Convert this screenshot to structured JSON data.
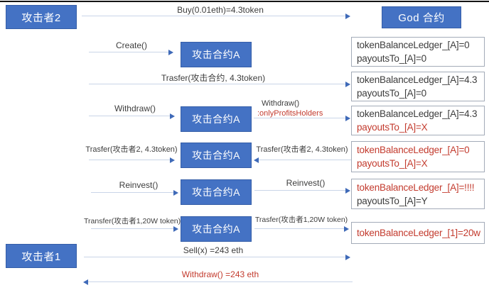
{
  "colors": {
    "blue": "#4472c4",
    "blueBorder": "#355ea8",
    "arrowLine": "#c9d5e8",
    "arrowHead": "#3f6ab8",
    "ledgerBorder": "#a3abb8",
    "dark": "#3d3d3d",
    "red": "#c33b2e",
    "rule": "#141414"
  },
  "actors": {
    "attacker2": "攻击者2",
    "attacker1": "攻击者1",
    "god_contract": "God 合约",
    "attack_contract": "攻击合约A"
  },
  "messages": {
    "buy": {
      "text": "Buy(0.01eth)=4.3token",
      "color": "dark"
    },
    "create": {
      "text": "Create()",
      "color": "dark"
    },
    "transfer_to_contract": {
      "text": "Trasfer(攻击合约, 4.3token)",
      "color": "dark"
    },
    "withdraw_left": {
      "text": "Withdraw()",
      "color": "dark"
    },
    "withdraw_right": {
      "text": "Withdraw()",
      "color": "dark"
    },
    "only_profits_holders": {
      "text": ":onlyProfitsHolders",
      "color": "red"
    },
    "transfer_to_attacker2_left": {
      "text": "Trasfer(攻击者2, 4.3token)",
      "color": "dark"
    },
    "transfer_to_attacker2_right": {
      "text": "Trasfer(攻击者2, 4.3token)",
      "color": "dark"
    },
    "reinvest_left": {
      "text": "Reinvest()",
      "color": "dark"
    },
    "reinvest_right": {
      "text": "Reinvest()",
      "color": "dark"
    },
    "transfer_to_attacker1_left": {
      "text": "Transfer(攻击者1,20W token)",
      "color": "dark"
    },
    "transfer_to_attacker1_right": {
      "text": "Trasfer(攻击者1,20W token)",
      "color": "dark"
    },
    "sell": {
      "text": "Sell(x) =243 eth",
      "color": "dark"
    },
    "withdraw_final": {
      "text": "Withdraw() =243 eth",
      "color": "red"
    }
  },
  "ledgers": [
    {
      "lines": [
        {
          "text": "tokenBalanceLedger_[A]=0",
          "color": "dark"
        },
        {
          "text": "payoutsTo_[A]=0",
          "color": "dark"
        }
      ]
    },
    {
      "lines": [
        {
          "text": "tokenBalanceLedger_[A]=4.3",
          "color": "dark"
        },
        {
          "text": "payoutsTo_[A]=0",
          "color": "dark"
        }
      ]
    },
    {
      "lines": [
        {
          "text": "tokenBalanceLedger_[A]=4.3",
          "color": "dark"
        },
        {
          "text": "payoutsTo_[A]=X",
          "color": "red"
        }
      ]
    },
    {
      "lines": [
        {
          "text": "tokenBalanceLedger_[A]=0",
          "color": "red"
        },
        {
          "text": "payoutsTo_[A]=X",
          "color": "red"
        }
      ]
    },
    {
      "lines": [
        {
          "text": "tokenBalanceLedger_[A]=!!!!",
          "color": "red"
        },
        {
          "text": "payoutsTo_[A]=Y",
          "color": "dark"
        }
      ]
    },
    {
      "lines": [
        {
          "text": "tokenBalanceLedger_[1]=20w",
          "color": "red"
        }
      ]
    }
  ]
}
